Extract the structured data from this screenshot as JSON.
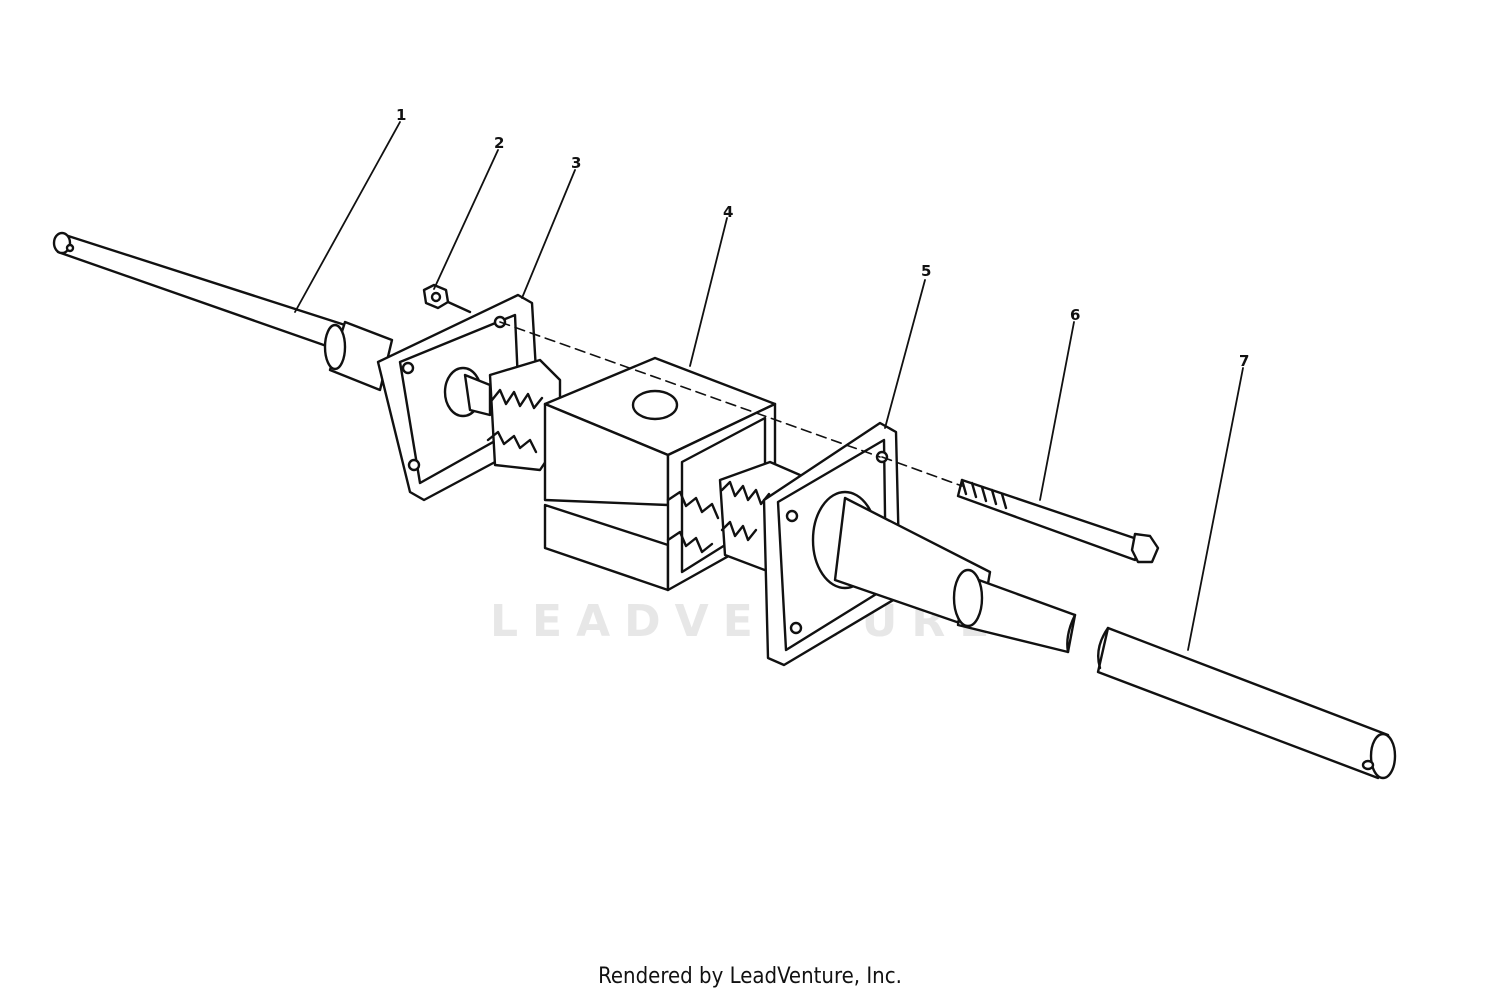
{
  "diagram": {
    "callouts": [
      {
        "id": "1",
        "label": "1"
      },
      {
        "id": "2",
        "label": "2"
      },
      {
        "id": "3",
        "label": "3"
      },
      {
        "id": "4",
        "label": "4"
      },
      {
        "id": "5",
        "label": "5"
      },
      {
        "id": "6",
        "label": "6"
      },
      {
        "id": "7",
        "label": "7"
      }
    ],
    "colors": {
      "ink": "#111111",
      "paper": "#ffffff",
      "watermark": "#e7e7e7"
    }
  },
  "watermark": {
    "text": "LEADVENTURE"
  },
  "footer": {
    "text": "Rendered by LeadVenture, Inc."
  }
}
